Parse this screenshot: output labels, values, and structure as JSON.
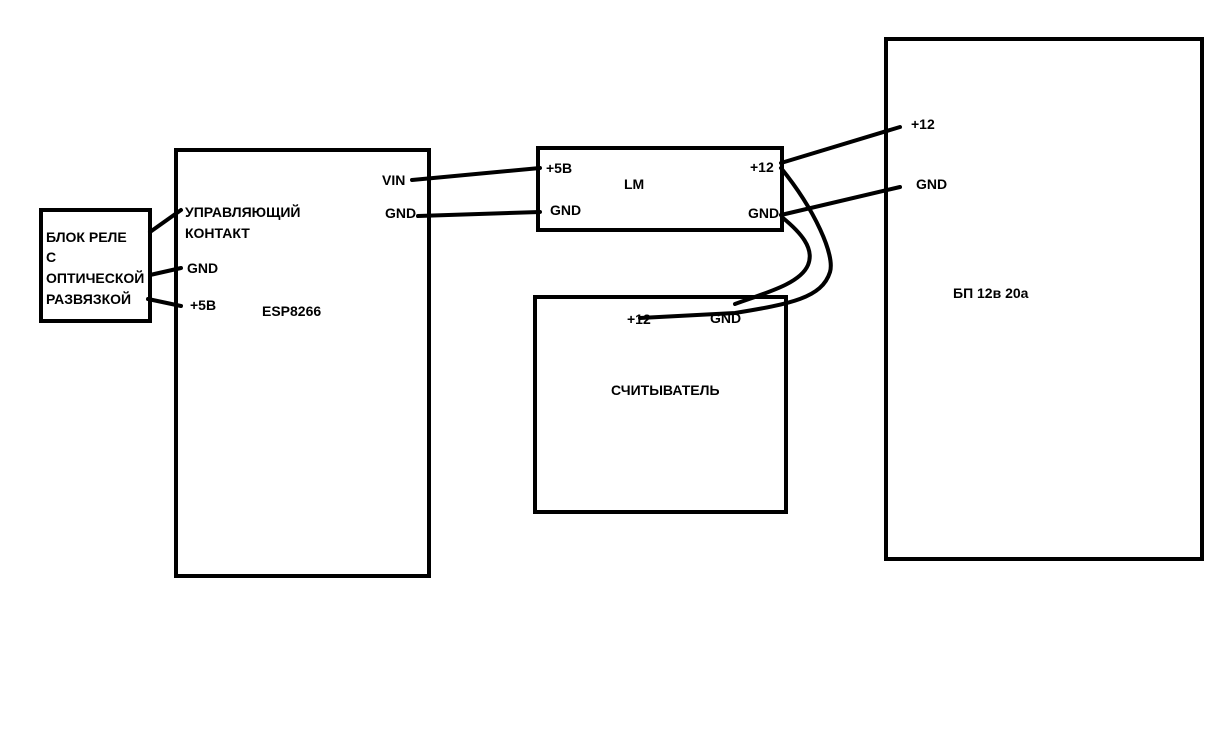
{
  "relay": {
    "title_lines": [
      "БЛОК РЕЛЕ",
      "С",
      "ОПТИЧЕСКОЙ",
      "РАЗВЯЗКОЙ"
    ]
  },
  "esp": {
    "name": "ESP8266",
    "pins": {
      "control_line1": "УПРАВЛЯЮЩИЙ",
      "control_line2": "КОНТАКТ",
      "gnd": "GND",
      "plus5": "+5B",
      "vin": "VIN",
      "gnd_right": "GND"
    }
  },
  "lm": {
    "name": "LM",
    "pins": {
      "plus5": "+5B",
      "gnd_left": "GND",
      "plus12": "+12",
      "gnd_right": "GND"
    }
  },
  "reader": {
    "name": "СЧИТЫВАТЕЛЬ",
    "pins": {
      "plus12": "+12",
      "gnd": "GND"
    }
  },
  "psu": {
    "name": "БП 12в 20а",
    "pins": {
      "plus12": "+12",
      "gnd": "GND"
    }
  },
  "colors": {
    "ink": "#000000",
    "background": "#ffffff"
  }
}
